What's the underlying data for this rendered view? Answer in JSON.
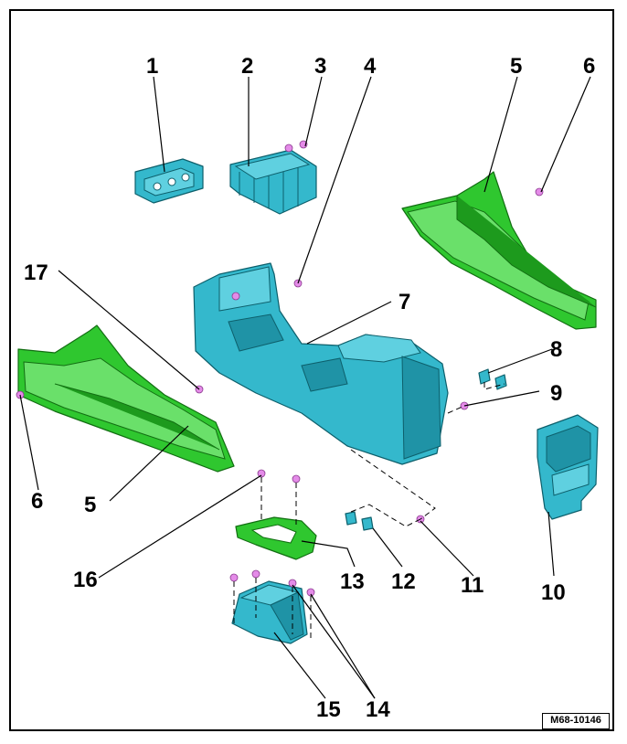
{
  "diagram": {
    "drawing_number": "M68-10146",
    "callouts": [
      {
        "id": "c1",
        "label": "1"
      },
      {
        "id": "c2",
        "label": "2"
      },
      {
        "id": "c3",
        "label": "3"
      },
      {
        "id": "c4",
        "label": "4"
      },
      {
        "id": "c5a",
        "label": "5"
      },
      {
        "id": "c6a",
        "label": "6"
      },
      {
        "id": "c17",
        "label": "17"
      },
      {
        "id": "c7",
        "label": "7"
      },
      {
        "id": "c8",
        "label": "8"
      },
      {
        "id": "c9",
        "label": "9"
      },
      {
        "id": "c6b",
        "label": "6"
      },
      {
        "id": "c5b",
        "label": "5"
      },
      {
        "id": "c16",
        "label": "16"
      },
      {
        "id": "c13",
        "label": "13"
      },
      {
        "id": "c12",
        "label": "12"
      },
      {
        "id": "c11",
        "label": "11"
      },
      {
        "id": "c10",
        "label": "10"
      },
      {
        "id": "c15",
        "label": "15"
      },
      {
        "id": "c14",
        "label": "14"
      }
    ],
    "colors": {
      "part_cyan": "#34b8cc",
      "part_green": "#2fc72f",
      "fastener_pink": "#e48be8"
    }
  }
}
